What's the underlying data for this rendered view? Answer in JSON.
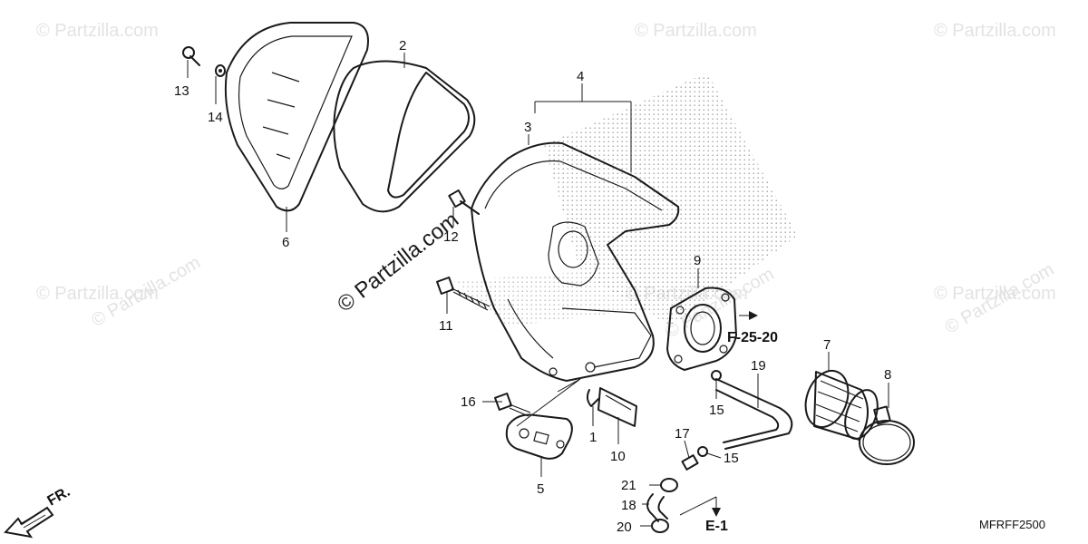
{
  "watermarks": {
    "small": "© Partzilla.com",
    "center": "© Partzilla.com"
  },
  "parts": {
    "p1": "1",
    "p2": "2",
    "p3": "3",
    "p4": "4",
    "p5": "5",
    "p6": "6",
    "p7": "7",
    "p8": "8",
    "p9": "9",
    "p10": "10",
    "p11": "11",
    "p12": "12",
    "p13": "13",
    "p14": "14",
    "p15a": "15",
    "p15b": "15",
    "p16": "16",
    "p17": "17",
    "p18": "18",
    "p19": "19",
    "p20": "20",
    "p21": "21"
  },
  "references": {
    "f25": "F-25-20",
    "e1": "E-1"
  },
  "front_marker": "FR.",
  "diagram_code": "MFRFF2500"
}
